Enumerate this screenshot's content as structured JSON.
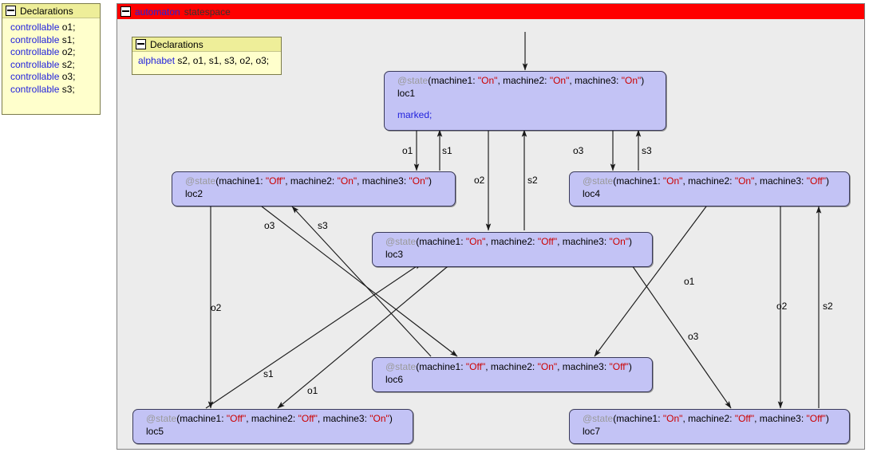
{
  "outer_declarations": {
    "title": "Declarations",
    "collapse_icon": "minus-icon",
    "lines": [
      {
        "kw": "controllable",
        "rest": "o1;"
      },
      {
        "kw": "controllable",
        "rest": "s1;"
      },
      {
        "kw": "controllable",
        "rest": "o2;"
      },
      {
        "kw": "controllable",
        "rest": "s2;"
      },
      {
        "kw": "controllable",
        "rest": "o3;"
      },
      {
        "kw": "controllable",
        "rest": "s3;"
      }
    ]
  },
  "automaton": {
    "collapse_icon": "minus-icon",
    "keyword": "automaton",
    "name": "statespace",
    "header_color": "#ff0000",
    "keyword_color": "#2222dd",
    "name_color": "#333333"
  },
  "inner_declarations": {
    "title": "Declarations",
    "collapse_icon": "minus-icon",
    "lines": [
      {
        "kw": "alphabet",
        "rest": "s2, o1, s1, s3, o2, o3;"
      }
    ]
  },
  "states": [
    {
      "id": "loc1",
      "at": "@state",
      "args": [
        {
          "key": "(machine1: ",
          "val": "\"On\""
        },
        {
          "key": ", machine2: ",
          "val": "\"On\""
        },
        {
          "key": ", machine3: ",
          "val": "\"On\""
        }
      ],
      "close": ")",
      "name": "loc1",
      "marked": "marked;",
      "initial": true
    },
    {
      "id": "loc2",
      "at": "@state",
      "args": [
        {
          "key": "(machine1: ",
          "val": "\"Off\""
        },
        {
          "key": ", machine2: ",
          "val": "\"On\""
        },
        {
          "key": ", machine3: ",
          "val": "\"On\""
        }
      ],
      "close": ")",
      "name": "loc2",
      "marked": null,
      "initial": false
    },
    {
      "id": "loc3",
      "at": "@state",
      "args": [
        {
          "key": "(machine1: ",
          "val": "\"On\""
        },
        {
          "key": ", machine2: ",
          "val": "\"Off\""
        },
        {
          "key": ", machine3: ",
          "val": "\"On\""
        }
      ],
      "close": ")",
      "name": "loc3",
      "marked": null,
      "initial": false
    },
    {
      "id": "loc4",
      "at": "@state",
      "args": [
        {
          "key": "(machine1: ",
          "val": "\"On\""
        },
        {
          "key": ", machine2: ",
          "val": "\"On\""
        },
        {
          "key": ", machine3: ",
          "val": "\"Off\""
        }
      ],
      "close": ")",
      "name": "loc4",
      "marked": null,
      "initial": false
    },
    {
      "id": "loc5",
      "at": "@state",
      "args": [
        {
          "key": "(machine1: ",
          "val": "\"Off\""
        },
        {
          "key": ", machine2: ",
          "val": "\"Off\""
        },
        {
          "key": ", machine3: ",
          "val": "\"On\""
        }
      ],
      "close": ")",
      "name": "loc5",
      "marked": null,
      "initial": false
    },
    {
      "id": "loc6",
      "at": "@state",
      "args": [
        {
          "key": "(machine1: ",
          "val": "\"Off\""
        },
        {
          "key": ", machine2: ",
          "val": "\"On\""
        },
        {
          "key": ", machine3: ",
          "val": "\"Off\""
        }
      ],
      "close": ")",
      "name": "loc6",
      "marked": null,
      "initial": false
    },
    {
      "id": "loc7",
      "at": "@state",
      "args": [
        {
          "key": "(machine1: ",
          "val": "\"On\""
        },
        {
          "key": ", machine2: ",
          "val": "\"Off\""
        },
        {
          "key": ", machine3: ",
          "val": "\"Off\""
        }
      ],
      "close": ")",
      "name": "loc7",
      "marked": null,
      "initial": false
    }
  ],
  "edges": [
    {
      "from": "loc1",
      "to": "loc2",
      "label": "o1"
    },
    {
      "from": "loc2",
      "to": "loc1",
      "label": "s1"
    },
    {
      "from": "loc1",
      "to": "loc3",
      "label": "o2"
    },
    {
      "from": "loc3",
      "to": "loc1",
      "label": "s2"
    },
    {
      "from": "loc1",
      "to": "loc4",
      "label": "o3"
    },
    {
      "from": "loc4",
      "to": "loc1",
      "label": "s3"
    },
    {
      "from": "loc2",
      "to": "loc5",
      "label": "o2"
    },
    {
      "from": "loc2",
      "to": "loc6",
      "label": "o3"
    },
    {
      "from": "loc6",
      "to": "loc2",
      "label": "s3"
    },
    {
      "from": "loc5",
      "to": "loc3",
      "label": "s1"
    },
    {
      "from": "loc3",
      "to": "loc5",
      "label": "o1"
    },
    {
      "from": "loc4",
      "to": "loc6",
      "label": "o1"
    },
    {
      "from": "loc4",
      "to": "loc7",
      "label": "o3"
    },
    {
      "from": "loc3",
      "to": "loc7",
      "label": "o2"
    },
    {
      "from": "loc7",
      "to": "loc4",
      "label": "s2"
    }
  ],
  "edge_labels": {
    "l_o1_top": "o1",
    "l_s1_top": "s1",
    "l_o2_top": "o2",
    "l_s2_top": "s2",
    "l_o3_top": "o3",
    "l_s3_top": "s3",
    "l_o3_mid": "o3",
    "l_s3_mid": "s3",
    "l_o2_left": "o2",
    "l_s1_low": "s1",
    "l_o1_low": "o1",
    "l_o1_right": "o1",
    "l_o3_right": "o3",
    "l_o2_right": "o2",
    "l_s2_right": "s2"
  }
}
